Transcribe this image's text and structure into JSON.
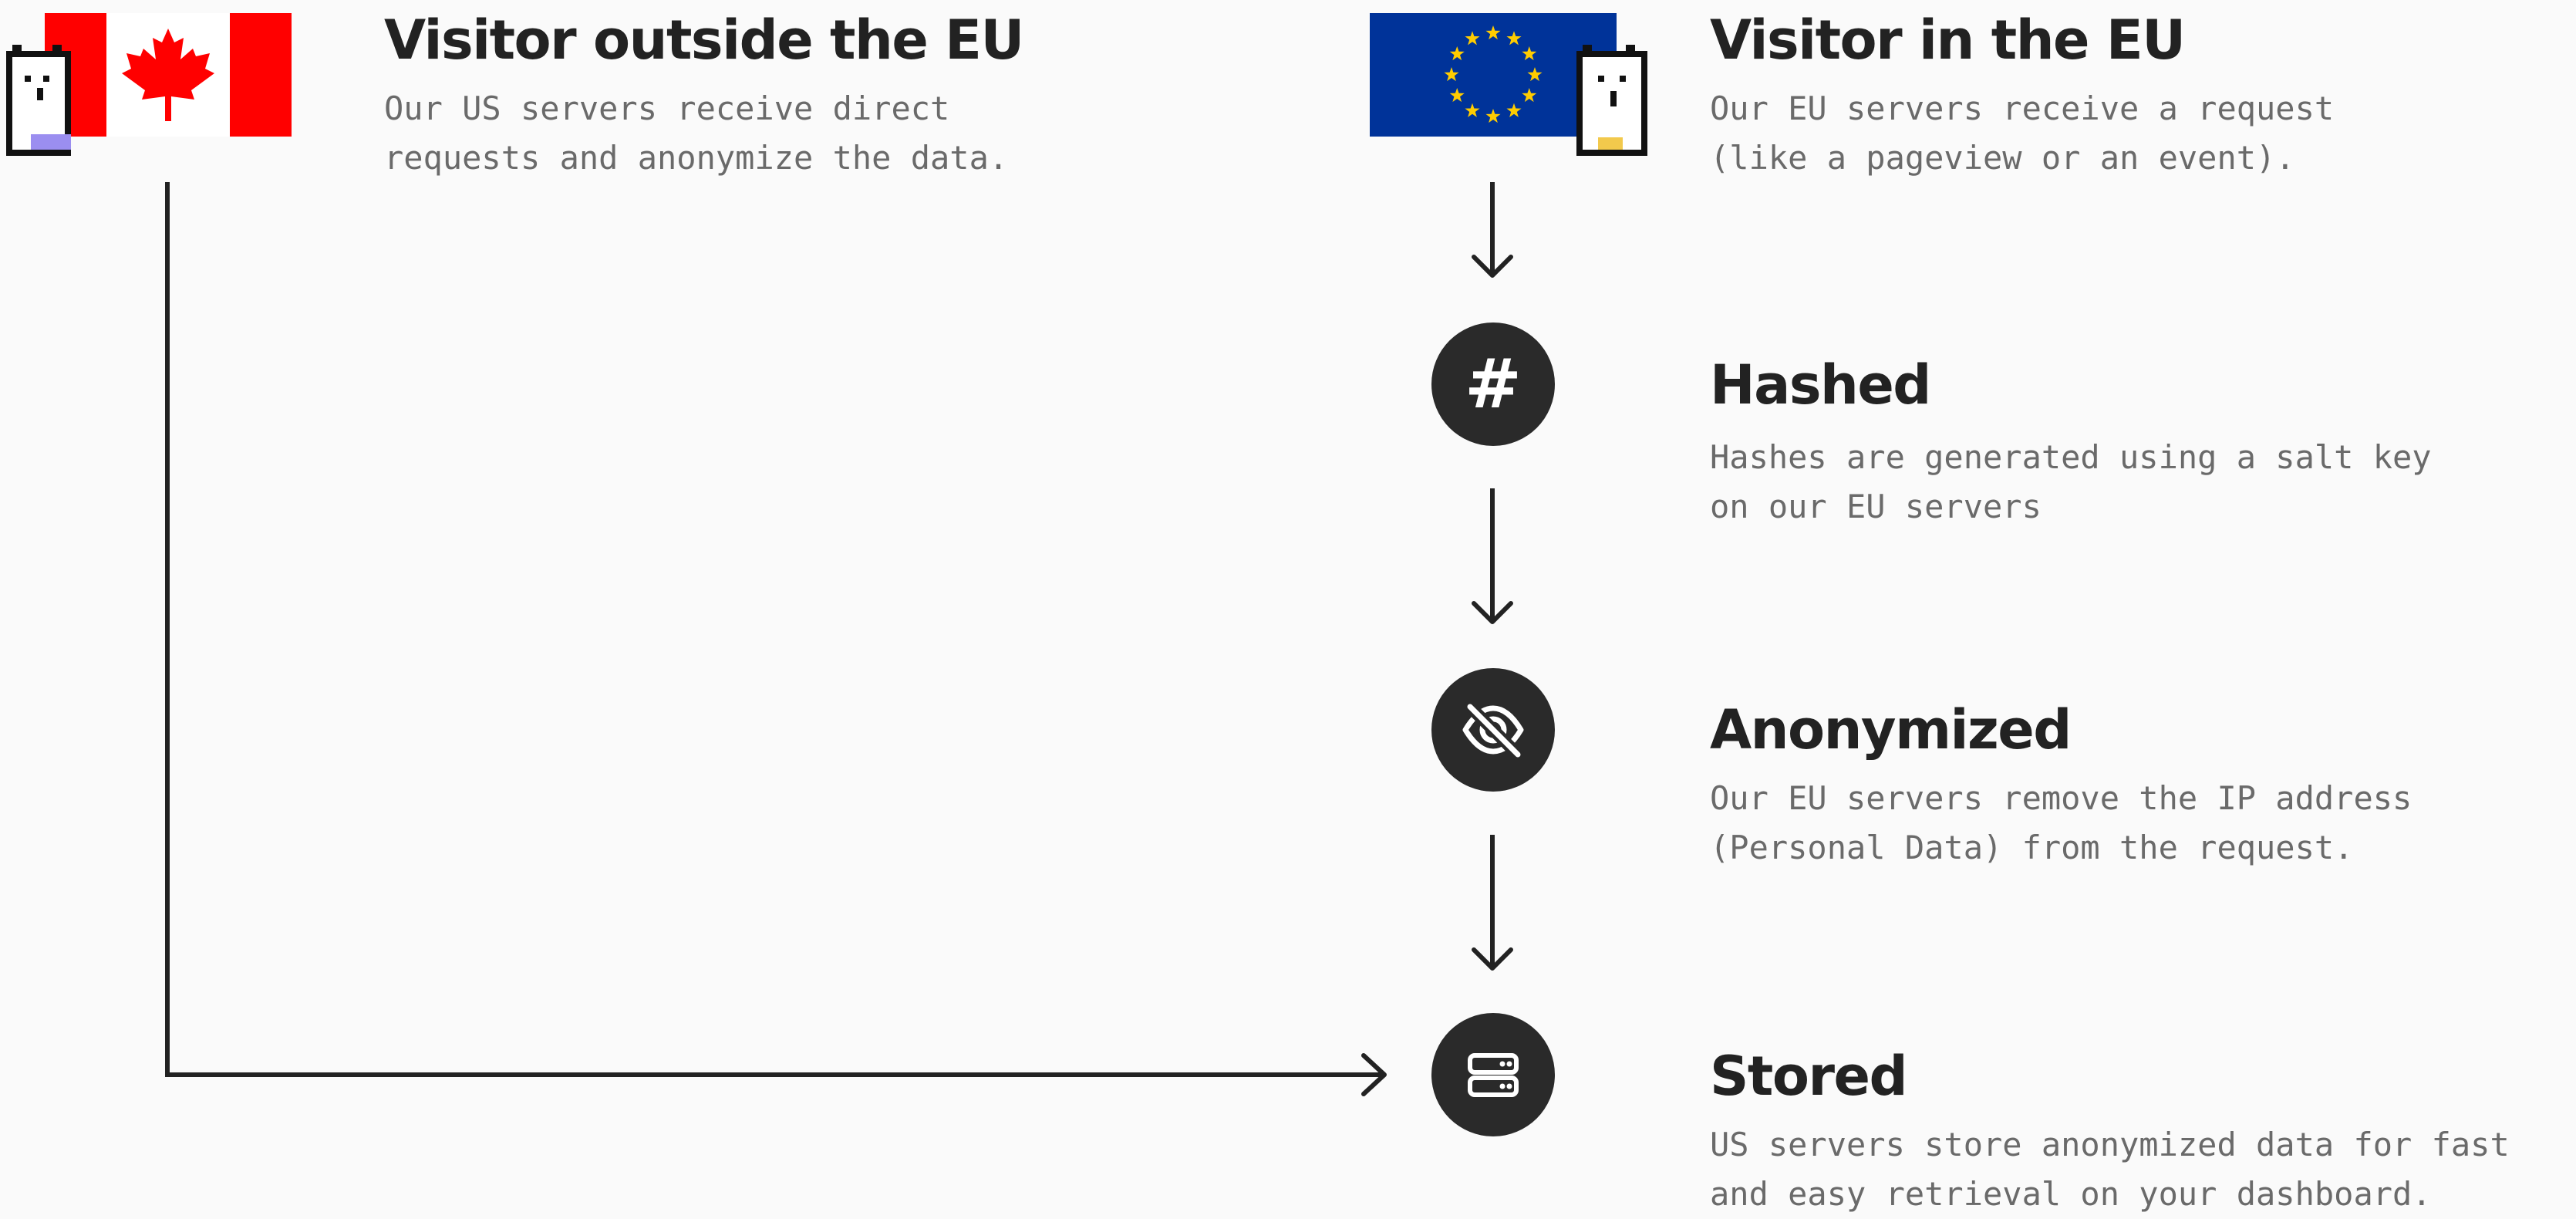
{
  "outside_eu": {
    "title": "Visitor outside the EU",
    "description_lines": [
      "Our US servers receive direct",
      "requests and anonymize the data."
    ]
  },
  "in_eu": {
    "title": "Visitor in the EU",
    "description_lines": [
      "Our EU servers receive a request",
      "(like a pageview or an event)."
    ]
  },
  "steps": [
    {
      "icon": "hash-icon",
      "glyph": "#",
      "title": "Hashed",
      "description_lines": [
        "Hashes are generated using a salt key",
        "on our EU servers"
      ]
    },
    {
      "icon": "eye-off-icon",
      "title": "Anonymized",
      "description_lines": [
        "Our EU servers remove the IP address",
        "(Personal Data) from the request."
      ]
    },
    {
      "icon": "server-icon",
      "title": "Stored",
      "description_lines": [
        "US servers store anonymized data for fast",
        "and easy retrieval on your dashboard."
      ]
    }
  ],
  "colors": {
    "ink": "#222222",
    "muted": "#6a6a6a",
    "canada_red": "#ff0000",
    "eu_blue": "#003399",
    "eu_star": "#ffcc00",
    "mascot_purple": "#9b8ef0",
    "mascot_yellow": "#f2c94c"
  }
}
